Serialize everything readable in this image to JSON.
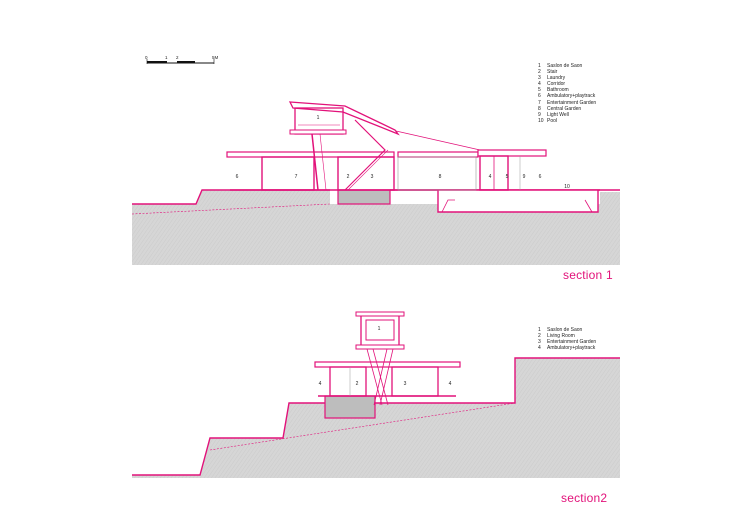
{
  "scale_bar": {
    "ticks": [
      "0",
      "1",
      "2",
      "5M"
    ]
  },
  "section1": {
    "title": "section 1",
    "legend": [
      {
        "num": "1",
        "label": "Saslon de Saon"
      },
      {
        "num": "2",
        "label": "Stair"
      },
      {
        "num": "3",
        "label": "Laundry"
      },
      {
        "num": "4",
        "label": "Corridor"
      },
      {
        "num": "5",
        "label": "Bathroom"
      },
      {
        "num": "6",
        "label": "Ambulatory+playtrack"
      },
      {
        "num": "7",
        "label": "Entertainment Garden"
      },
      {
        "num": "8",
        "label": "Central Garden"
      },
      {
        "num": "9",
        "label": "Light Well"
      },
      {
        "num": "10",
        "label": "Pool"
      }
    ],
    "room_labels": [
      "1",
      "6",
      "7",
      "2",
      "3",
      "8",
      "4",
      "5",
      "9",
      "6",
      "10"
    ]
  },
  "section2": {
    "title": "section2",
    "legend": [
      {
        "num": "1",
        "label": "Saslon de Saon"
      },
      {
        "num": "2",
        "label": "Living Room"
      },
      {
        "num": "3",
        "label": "Entertainment Garden"
      },
      {
        "num": "4",
        "label": "Ambulatory+playtrack"
      }
    ],
    "room_labels": [
      "1",
      "4",
      "2",
      "3",
      "4"
    ]
  },
  "colors": {
    "accent": "#e2127a",
    "ground_fill": "#d9d9d9",
    "line": "#333333"
  }
}
